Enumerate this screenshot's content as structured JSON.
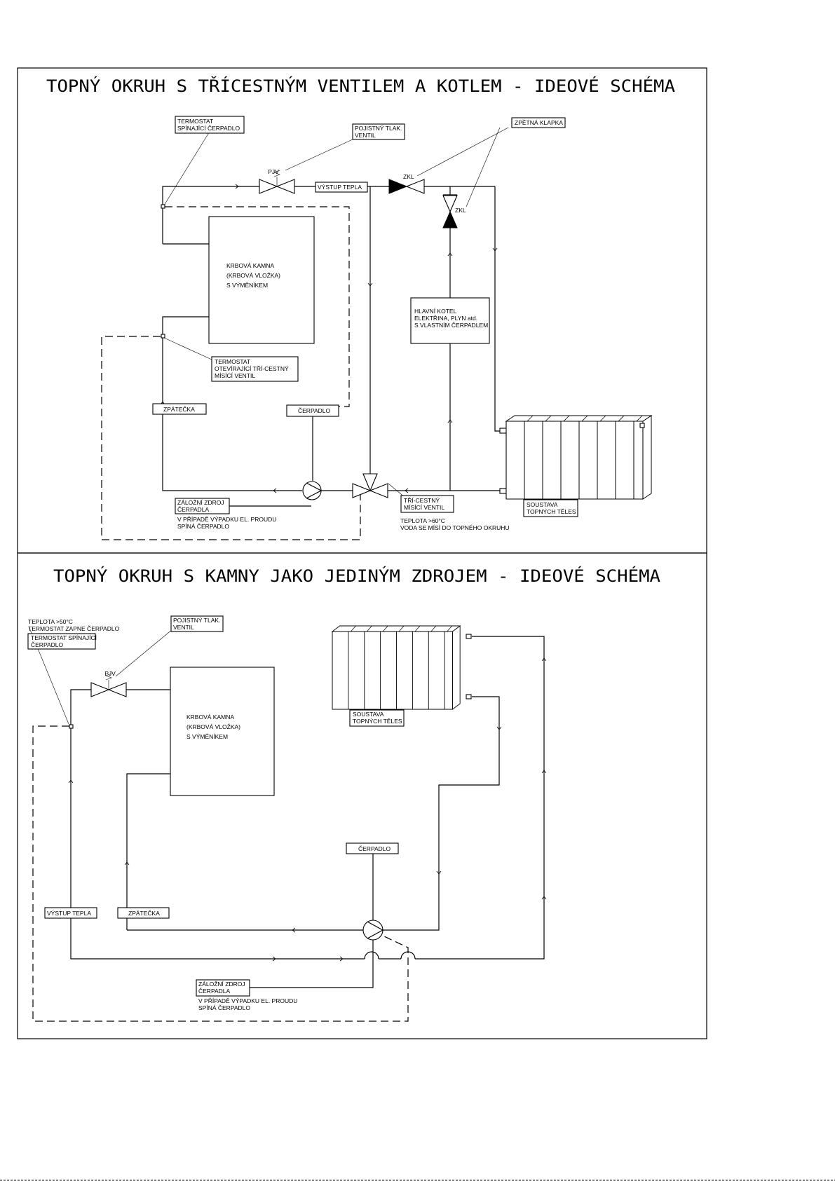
{
  "diagram1": {
    "title": "TOPNÝ OKRUH S TŘÍCESTNÝM VENTILEM A KOTLEM - IDEOVÉ SCHÉMA",
    "labels": {
      "thermostat_pump": [
        "TERMOSTAT",
        "SPÍNAJÍCÍ ČERPADLO"
      ],
      "safety_valve": [
        "POJISTNÝ TLAK.",
        "VENTIL"
      ],
      "check_valve": "ZPĚTNÁ KLAPKA",
      "pjv": "PJV",
      "heat_outlet": "VÝSTUP TEPLA",
      "zkl_1": "ZKL",
      "zkl_2": "ZKL",
      "fireplace": [
        "KRBOVÁ KAMNA",
        "(KRBOVÁ VLOŽKA)",
        "S VÝMĚNÍKEM"
      ],
      "boiler": [
        "HLAVNÍ KOTEL",
        "ELEKTŘINA, PLYN atd.",
        "S VLASTNÍM ČERPADLEM"
      ],
      "thermostat_valve": [
        "TERMOSTAT",
        "OTEVÍRAJÍCÍ TŘÍ-CESTNÝ",
        "MÍSÍCÍ VENTIL"
      ],
      "return": "ZPÁTEČKA",
      "pump": "ČERPADLO",
      "backup": [
        "ZÁLOŽNÍ ZDROJ",
        "ČERPADLA"
      ],
      "backup_note": [
        "V PŘÍPADĚ VÝPADKU EL. PROUDU",
        "SPÍNÁ ČERPADLO"
      ],
      "three_way": [
        "TŘÍ-CESTNÝ",
        "MÍSÍCÍ VENTIL"
      ],
      "temp_note": [
        "TEPLOTA >60°C",
        "VODA SE MÍSÍ DO TOPNÉHO OKRUHU"
      ],
      "radiators": [
        "SOUSTAVA",
        "TOPNÝCH TĚLES"
      ]
    }
  },
  "diagram2": {
    "title": "TOPNÝ OKRUH S KAMNY JAKO JEDINÝM ZDROJEM - IDEOVÉ SCHÉMA",
    "labels": {
      "temp_note": [
        "TEPLOTA >50°C",
        "TERMOSTAT ZAPNE ČERPADLO"
      ],
      "thermostat_pump": [
        "TERMOSTAT SPÍNAJÍCÍ",
        "ČERPADLO"
      ],
      "safety_valve": [
        "POJISTNÝ TLAK.",
        "VENTIL"
      ],
      "pjv": "PJV",
      "fireplace": [
        "KRBOVÁ KAMNA",
        "(KRBOVÁ VLOŽKA)",
        "S VÝMĚNÍKEM"
      ],
      "radiators": [
        "SOUSTAVA",
        "TOPNÝCH TĚLES"
      ],
      "pump": "ČERPADLO",
      "heat_outlet": "VÝSTUP TEPLA",
      "return": "ZPÁTEČKA",
      "backup": [
        "ZÁLOŽNÍ ZDROJ",
        "ČERPADLA"
      ],
      "backup_note": [
        "V PŘÍPADĚ VÝPADKU EL. PROUDU",
        "SPÍNÁ ČERPADLO"
      ]
    }
  }
}
